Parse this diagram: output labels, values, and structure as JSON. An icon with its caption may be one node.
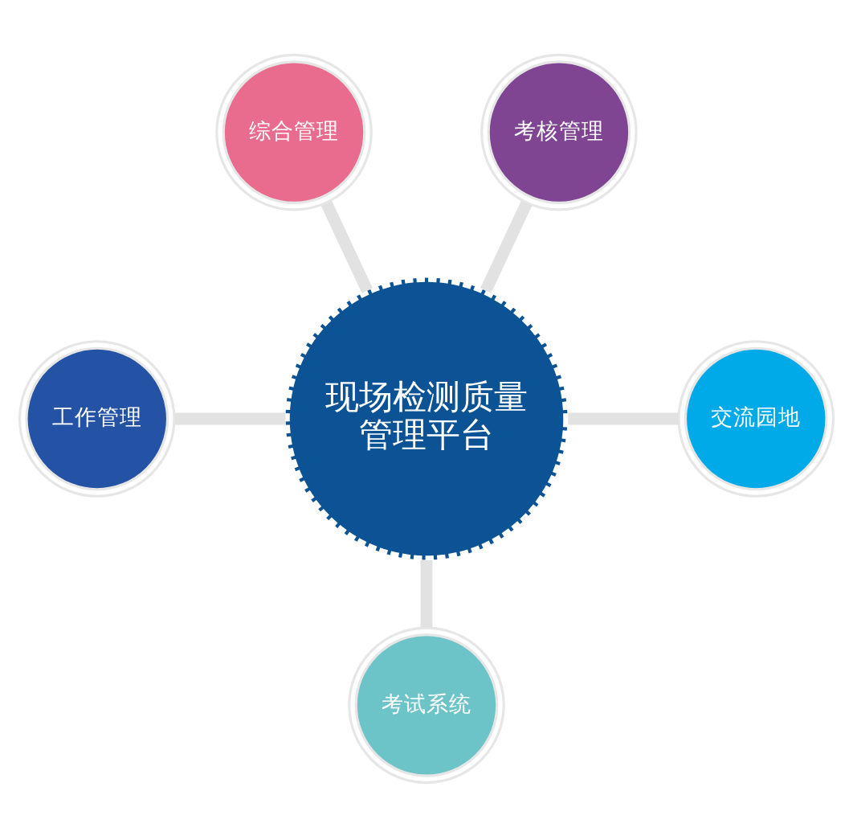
{
  "diagram": {
    "nodes": [
      {
        "text": [
          "综合管理"
        ]
      },
      {
        "text": [
          "考核管理"
        ]
      },
      {
        "text": [
          "工作管理"
        ]
      },
      {
        "text": [
          "现场检测质量管理平台"
        ]
      },
      {
        "text": [
          "交流园地"
        ]
      },
      {
        "text": [
          "考试系统"
        ]
      }
    ],
    "edges": [
      {
        "from": 0,
        "to": 3,
        "arrow": "none"
      },
      {
        "from": 1,
        "to": 3,
        "arrow": "none"
      },
      {
        "from": 2,
        "to": 3,
        "arrow": "none"
      },
      {
        "from": 3,
        "to": 4,
        "arrow": "none"
      },
      {
        "from": 3,
        "to": 5,
        "arrow": "none"
      }
    ]
  }
}
